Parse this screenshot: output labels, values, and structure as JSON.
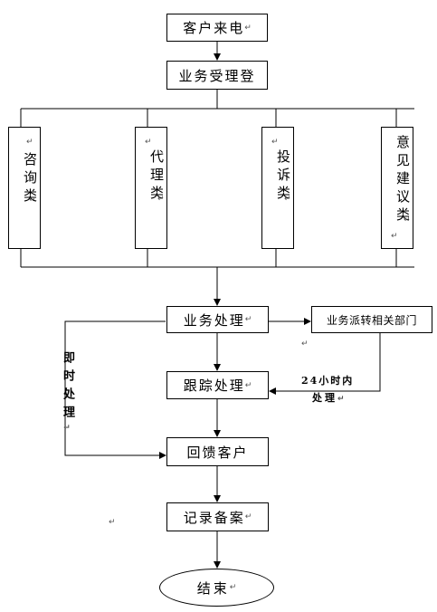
{
  "return_mark": "↵",
  "nodes": {
    "start": "客户来电",
    "register": "业务受理登",
    "categories": [
      "咨询类",
      "代理类",
      "投诉类",
      "意见建议类"
    ],
    "process": "业务处理",
    "dispatch": "业务派转相关部门",
    "track": "跟踪处理",
    "feedback": "回馈客户",
    "record": "记录备案",
    "end": "结束"
  },
  "labels": {
    "immediate": "即时处理",
    "within_24h_line1": "24小时内",
    "within_24h_line2": "处理"
  }
}
